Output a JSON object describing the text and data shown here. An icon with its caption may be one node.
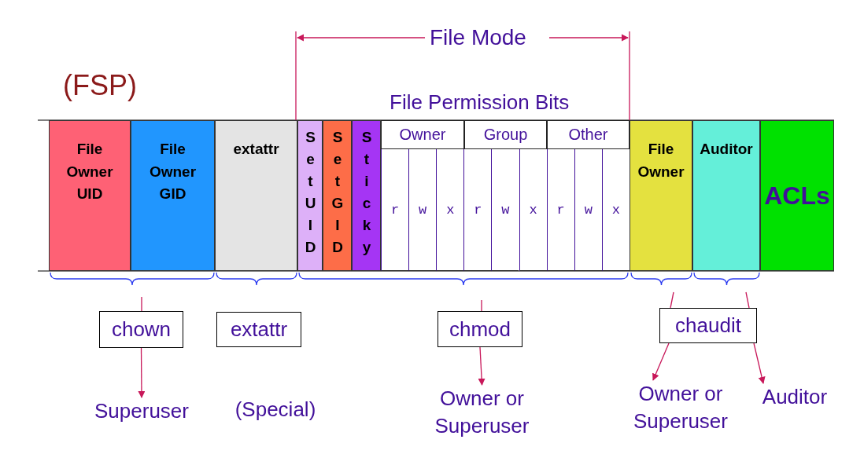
{
  "diagram": {
    "nodes": [
      {
        "text": [
          "File Owner UID"
        ]
      },
      {
        "text": [
          "File Owner GID"
        ]
      },
      {
        "text": [
          "extattr"
        ]
      },
      {
        "text": [
          "SetUID"
        ]
      },
      {
        "text": [
          "SetGID"
        ]
      },
      {
        "text": [
          "Sticky"
        ]
      },
      {
        "text": [
          "Owner"
        ]
      },
      {
        "text": [
          "Group"
        ]
      },
      {
        "text": [
          "Other"
        ]
      },
      {
        "text": [
          "r"
        ]
      },
      {
        "text": [
          "w"
        ]
      },
      {
        "text": [
          "x"
        ]
      },
      {
        "text": [
          "r"
        ]
      },
      {
        "text": [
          "w"
        ]
      },
      {
        "text": [
          "x"
        ]
      },
      {
        "text": [
          "r"
        ]
      },
      {
        "text": [
          "w"
        ]
      },
      {
        "text": [
          "x"
        ]
      },
      {
        "text": [
          "File Owner"
        ]
      },
      {
        "text": [
          "Auditor"
        ]
      },
      {
        "text": [
          "ACLs"
        ]
      },
      {
        "text": [
          "chown"
        ]
      },
      {
        "text": [
          "extattr"
        ]
      },
      {
        "text": [
          "chmod"
        ]
      },
      {
        "text": [
          "chaudit"
        ]
      },
      {
        "text": [
          "Superuser"
        ]
      },
      {
        "text": [
          "(Special)"
        ]
      },
      {
        "text": [
          "Owner or Superuser"
        ]
      },
      {
        "text": [
          "Owner or Superuser"
        ]
      },
      {
        "text": [
          "Auditor"
        ]
      }
    ],
    "edges": [
      {
        "from": 21,
        "to": 25,
        "arrow": "to"
      },
      {
        "from": 23,
        "to": 27,
        "arrow": "to"
      },
      {
        "from": 24,
        "to": 28,
        "arrow": "to"
      },
      {
        "from": 24,
        "to": 29,
        "arrow": "to"
      }
    ],
    "labels": [
      "File Mode",
      "(FSP)",
      "File Permission Bits"
    ]
  }
}
